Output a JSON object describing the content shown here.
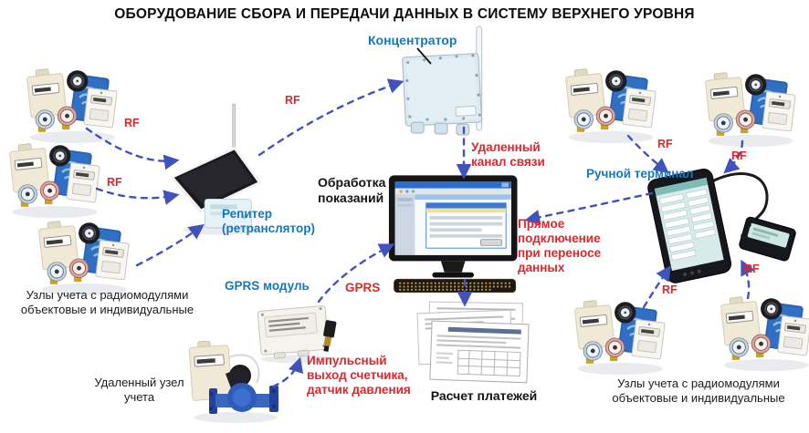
{
  "title": "ОБОРУДОВАНИЕ СБОРА И ПЕРЕДАЧИ ДАННЫХ В СИСТЕМУ ВЕРХНЕГО УРОВНЯ",
  "colors": {
    "label_blue": "#1577bc",
    "label_red": "#e1252b",
    "text_black": "#141414",
    "arrow_blue": "#4152bd",
    "background": "#ffffff"
  },
  "labels": {
    "concentrator": "Концентратор",
    "repeater": "Репитер\n(ретранслятор)",
    "gprs_module": "GPRS модуль",
    "handheld_terminal": "Ручной терминал",
    "processing": "Обработка\nпоказаний",
    "remote_channel": "Удаленный\nканал связи",
    "direct_connection": "Прямое\nподключение\nпри переносе\nданных",
    "pulse_output": "Импульсный\nвыход счетчика,\nдатчик давления",
    "billing": "Расчет платежей",
    "metering_nodes_left": "Узлы учета с радиомодулями\nобъектовые и индивидуальные",
    "metering_nodes_right": "Узлы учета с радиомодулями\nобъектовые и индивидуальные",
    "remote_node": "Удаленный узел\nучета",
    "rf": "RF",
    "gprs": "GPRS"
  },
  "illustrations": [
    "meter-cluster",
    "repeater-device",
    "concentrator-device",
    "workstation-computer",
    "gprs-module-device",
    "remote-meter-unit",
    "handheld-terminal-device",
    "payment-documents"
  ]
}
